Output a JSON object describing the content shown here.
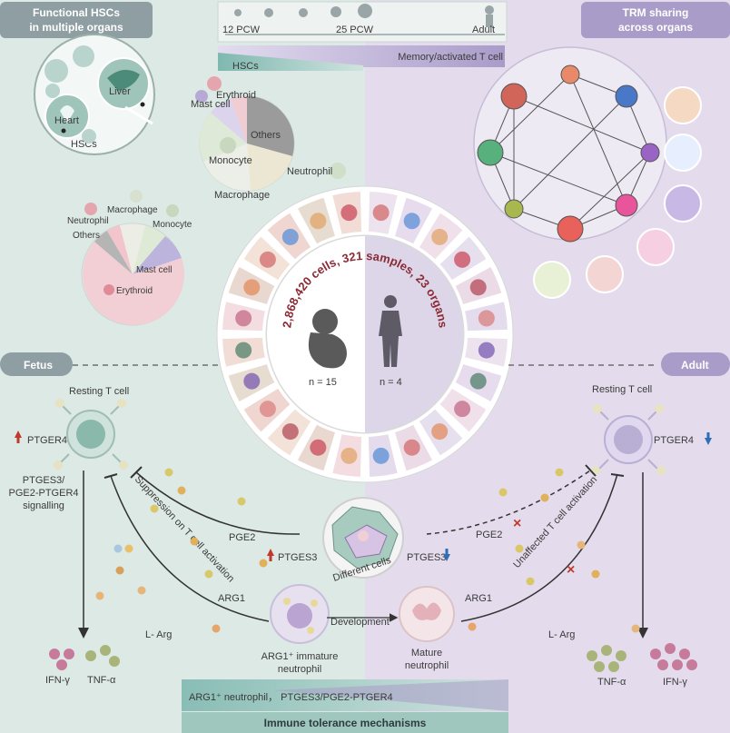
{
  "panels": {
    "functional_hscs": "Functional HSCs\nin multiple organs",
    "trm_sharing": "TRM sharing\nacross organs",
    "fetus": "Fetus",
    "adult": "Adult"
  },
  "timeline": {
    "pcw12": "12 PCW",
    "pcw25": "25 PCW",
    "adult": "Adult",
    "memory_bar": "Memory/activated T cell",
    "hscs_bar": "HSCs"
  },
  "hsc_circle": {
    "liver": "Liver",
    "heart": "Heart",
    "hscs": "HSCs"
  },
  "pie_top": {
    "erythroid": "Erythroid",
    "mast_cell": "Mast cell",
    "others": "Others",
    "monocyte": "Monocyte",
    "neutrophil": "Neutrophil",
    "macrophage": "Macrophage"
  },
  "pie_left": {
    "macrophage": "Macrophage",
    "neutrophil": "Neutrophil",
    "monocyte": "Monocyte",
    "others": "Others",
    "mast_cell": "Mast cell",
    "erythroid": "Erythroid"
  },
  "atlas": {
    "summary": "2,868,420 cells, 321 samples, 23 organs",
    "n_fetus": "n = 15",
    "n_adult": "n = 4"
  },
  "fetus_side": {
    "resting_t_cell": "Resting  T cell",
    "ptger4": "PTGER4",
    "signalling_1": "PTGES3/",
    "signalling_2": "PGE2-PTGER4",
    "signalling_3": "signalling",
    "suppression": "Suppression on T cell activation",
    "pge2": "PGE2",
    "ptges3": "PTGES3",
    "arg1": "ARG1",
    "l_arg": "L- Arg",
    "immature_1": "ARG1⁺ immature",
    "immature_2": "neutrophil",
    "ifn": "IFN-γ",
    "tnf": "TNF-α"
  },
  "adult_side": {
    "resting_t_cell": "Resting  T cell",
    "ptger4": "PTGER4",
    "unaffected": "Unaffected T cell activation",
    "pge2": "PGE2",
    "ptges3": "PTGES3",
    "arg1": "ARG1",
    "l_arg": "L- Arg",
    "mature_1": "Mature",
    "mature_2": "neutrophil",
    "tnf": "TNF-α",
    "ifn": "IFN-γ"
  },
  "center": {
    "different_cells": "Different cells",
    "development": "Development"
  },
  "bottom": {
    "mechanisms_line": "ARG1⁺ neutrophil，  PTGES3/PGE2-PTGER4",
    "title": "Immune tolerance mechanisms"
  },
  "colors": {
    "fetus_bg": "#dde9e4",
    "adult_bg": "#e4dcec",
    "tag_bg": "#8e9ea3",
    "red_arrow": "#c0392b",
    "blue_arrow": "#2f6db5",
    "ring_dark": "#2e2e2e"
  }
}
